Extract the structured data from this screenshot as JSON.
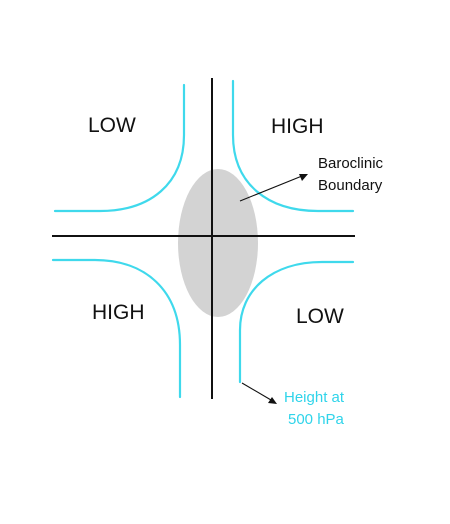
{
  "regions": {
    "top_left": "LOW",
    "top_right": "HIGH",
    "bottom_left": "HIGH",
    "bottom_right": "LOW"
  },
  "baroclinic_label": {
    "line1": "Baroclinic",
    "line2": "Boundary"
  },
  "height_label": {
    "line1": "Height at",
    "line2": "500 hPa"
  },
  "colors": {
    "contour": "#3fd9ec",
    "height_text": "#2fd4ea",
    "boundary_fill": "#d3d3d3",
    "axis": "#111111"
  }
}
